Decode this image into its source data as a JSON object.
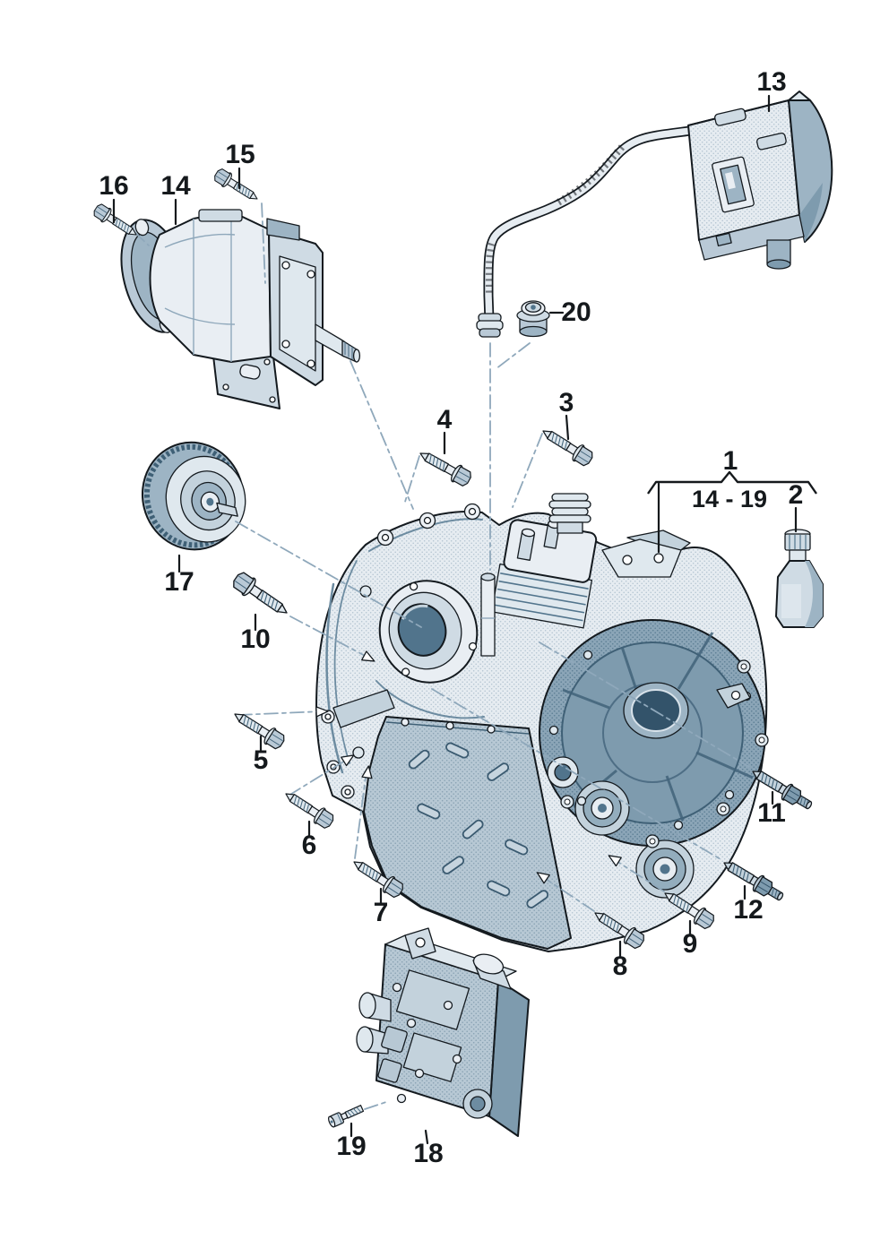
{
  "callouts": {
    "c1": "1",
    "c2": "2",
    "c3": "3",
    "c4": "4",
    "c5": "5",
    "c6": "6",
    "c7": "7",
    "c8": "8",
    "c9": "9",
    "c10": "10",
    "c11": "11",
    "c12": "12",
    "c13": "13",
    "c14": "14",
    "c15": "15",
    "c16": "16",
    "c17": "17",
    "c18": "18",
    "c19": "19",
    "c20": "20"
  },
  "bracket": {
    "range_label": "14 - 19"
  },
  "colors": {
    "background": "#ffffff",
    "outline": "#141a1f",
    "part_lightest": "#e9eef3",
    "part_light": "#dfe8ee",
    "part_mid": "#b9c9d6",
    "part_dark": "#7e9bae",
    "part_darkest": "#51748c",
    "leader_line": "#8fa8bb",
    "label_text": "#15191c"
  }
}
